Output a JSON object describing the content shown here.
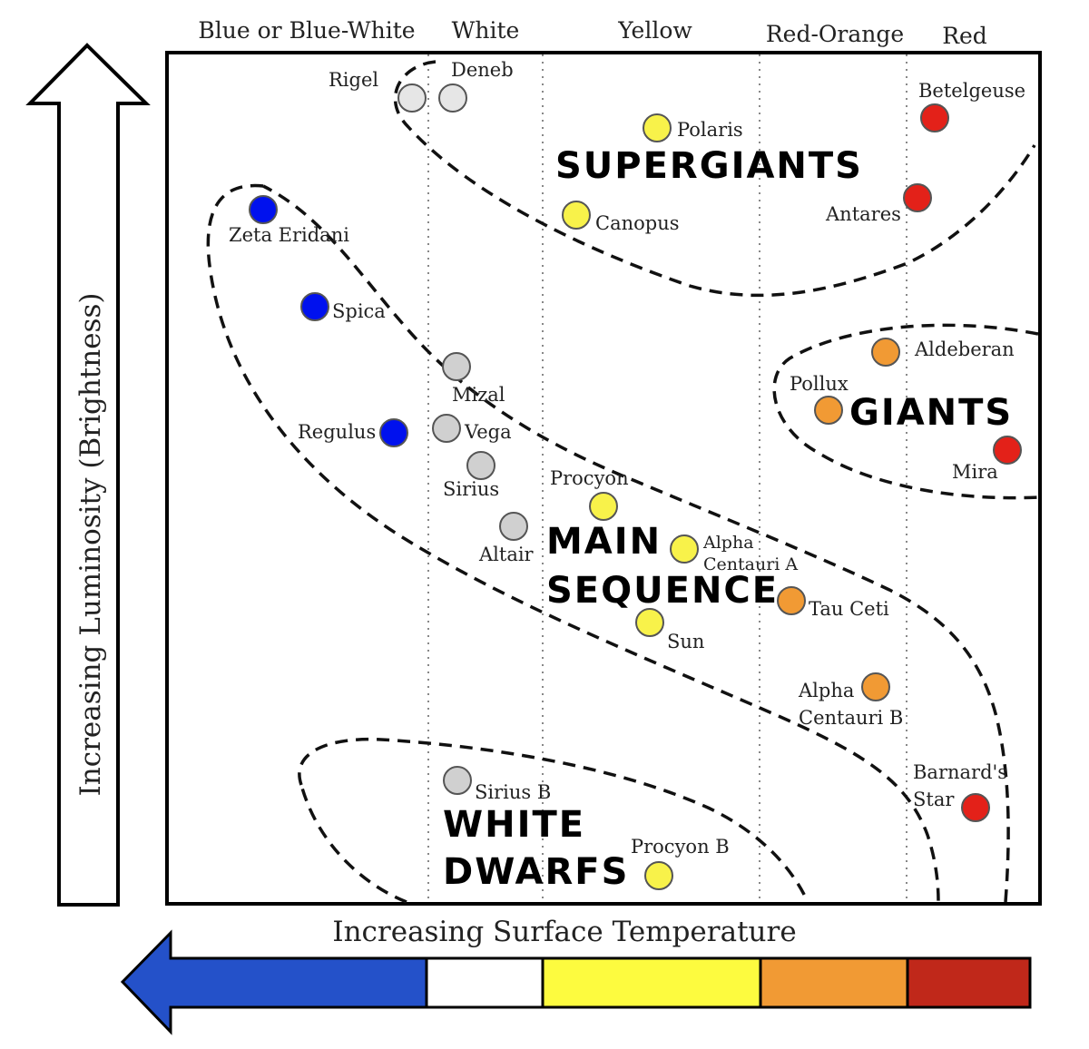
{
  "columns": [
    {
      "label": "Blue or Blue-White",
      "color": "#0011ee"
    },
    {
      "label": "White",
      "color": "#dddddd"
    },
    {
      "label": "Yellow",
      "color": "#f8f24a"
    },
    {
      "label": "Red-Orange",
      "color": "#f19a34"
    },
    {
      "label": "Red",
      "color": "#e32119"
    }
  ],
  "regions": {
    "supergiants": "SUPERGIANTS",
    "giants": "GIANTS",
    "main_sequence_1": "MAIN",
    "main_sequence_2": "SEQUENCE",
    "white_dwarfs_1": "WHITE",
    "white_dwarfs_2": "DWARFS"
  },
  "axes": {
    "y_label": "Increasing Luminosity (Brightness)",
    "x_label": "Increasing Surface Temperature"
  },
  "stars": [
    {
      "name": "Rigel",
      "color": "#e6e6e6"
    },
    {
      "name": "Deneb",
      "color": "#e6e6e6"
    },
    {
      "name": "Polaris",
      "color": "#f8f24a"
    },
    {
      "name": "Canopus",
      "color": "#f8f24a"
    },
    {
      "name": "Betelgeuse",
      "color": "#e32119"
    },
    {
      "name": "Antares",
      "color": "#e32119"
    },
    {
      "name": "Zeta Eridani",
      "color": "#0011ee"
    },
    {
      "name": "Spica",
      "color": "#0011ee"
    },
    {
      "name": "Mizal",
      "color": "#d0d0d0"
    },
    {
      "name": "Regulus",
      "color": "#0011ee"
    },
    {
      "name": "Vega",
      "color": "#d0d0d0"
    },
    {
      "name": "Sirius",
      "color": "#d0d0d0"
    },
    {
      "name": "Procyon",
      "color": "#f8f24a"
    },
    {
      "name": "Altair",
      "color": "#d0d0d0"
    },
    {
      "name": "Alpha",
      "color": "#f8f24a",
      "line2": "Centauri A"
    },
    {
      "name": "Tau Ceti",
      "color": "#f19a34"
    },
    {
      "name": "Sun",
      "color": "#f8f24a"
    },
    {
      "name": "Aldeberan",
      "color": "#f19a34"
    },
    {
      "name": "Pollux",
      "color": "#f19a34"
    },
    {
      "name": "Mira",
      "color": "#e32119"
    },
    {
      "name": "Alpha",
      "color": "#f19a34",
      "line2": "Centauri B"
    },
    {
      "name": "Barnard's",
      "color": "#e32119",
      "line2": "Star"
    },
    {
      "name": "Sirius B",
      "color": "#d0d0d0"
    },
    {
      "name": "Procyon B",
      "color": "#f8f24a"
    }
  ],
  "temperature_bar": [
    "#2451c9",
    "#ffffff",
    "#fdfb3f",
    "#f19a34",
    "#c0281a"
  ]
}
